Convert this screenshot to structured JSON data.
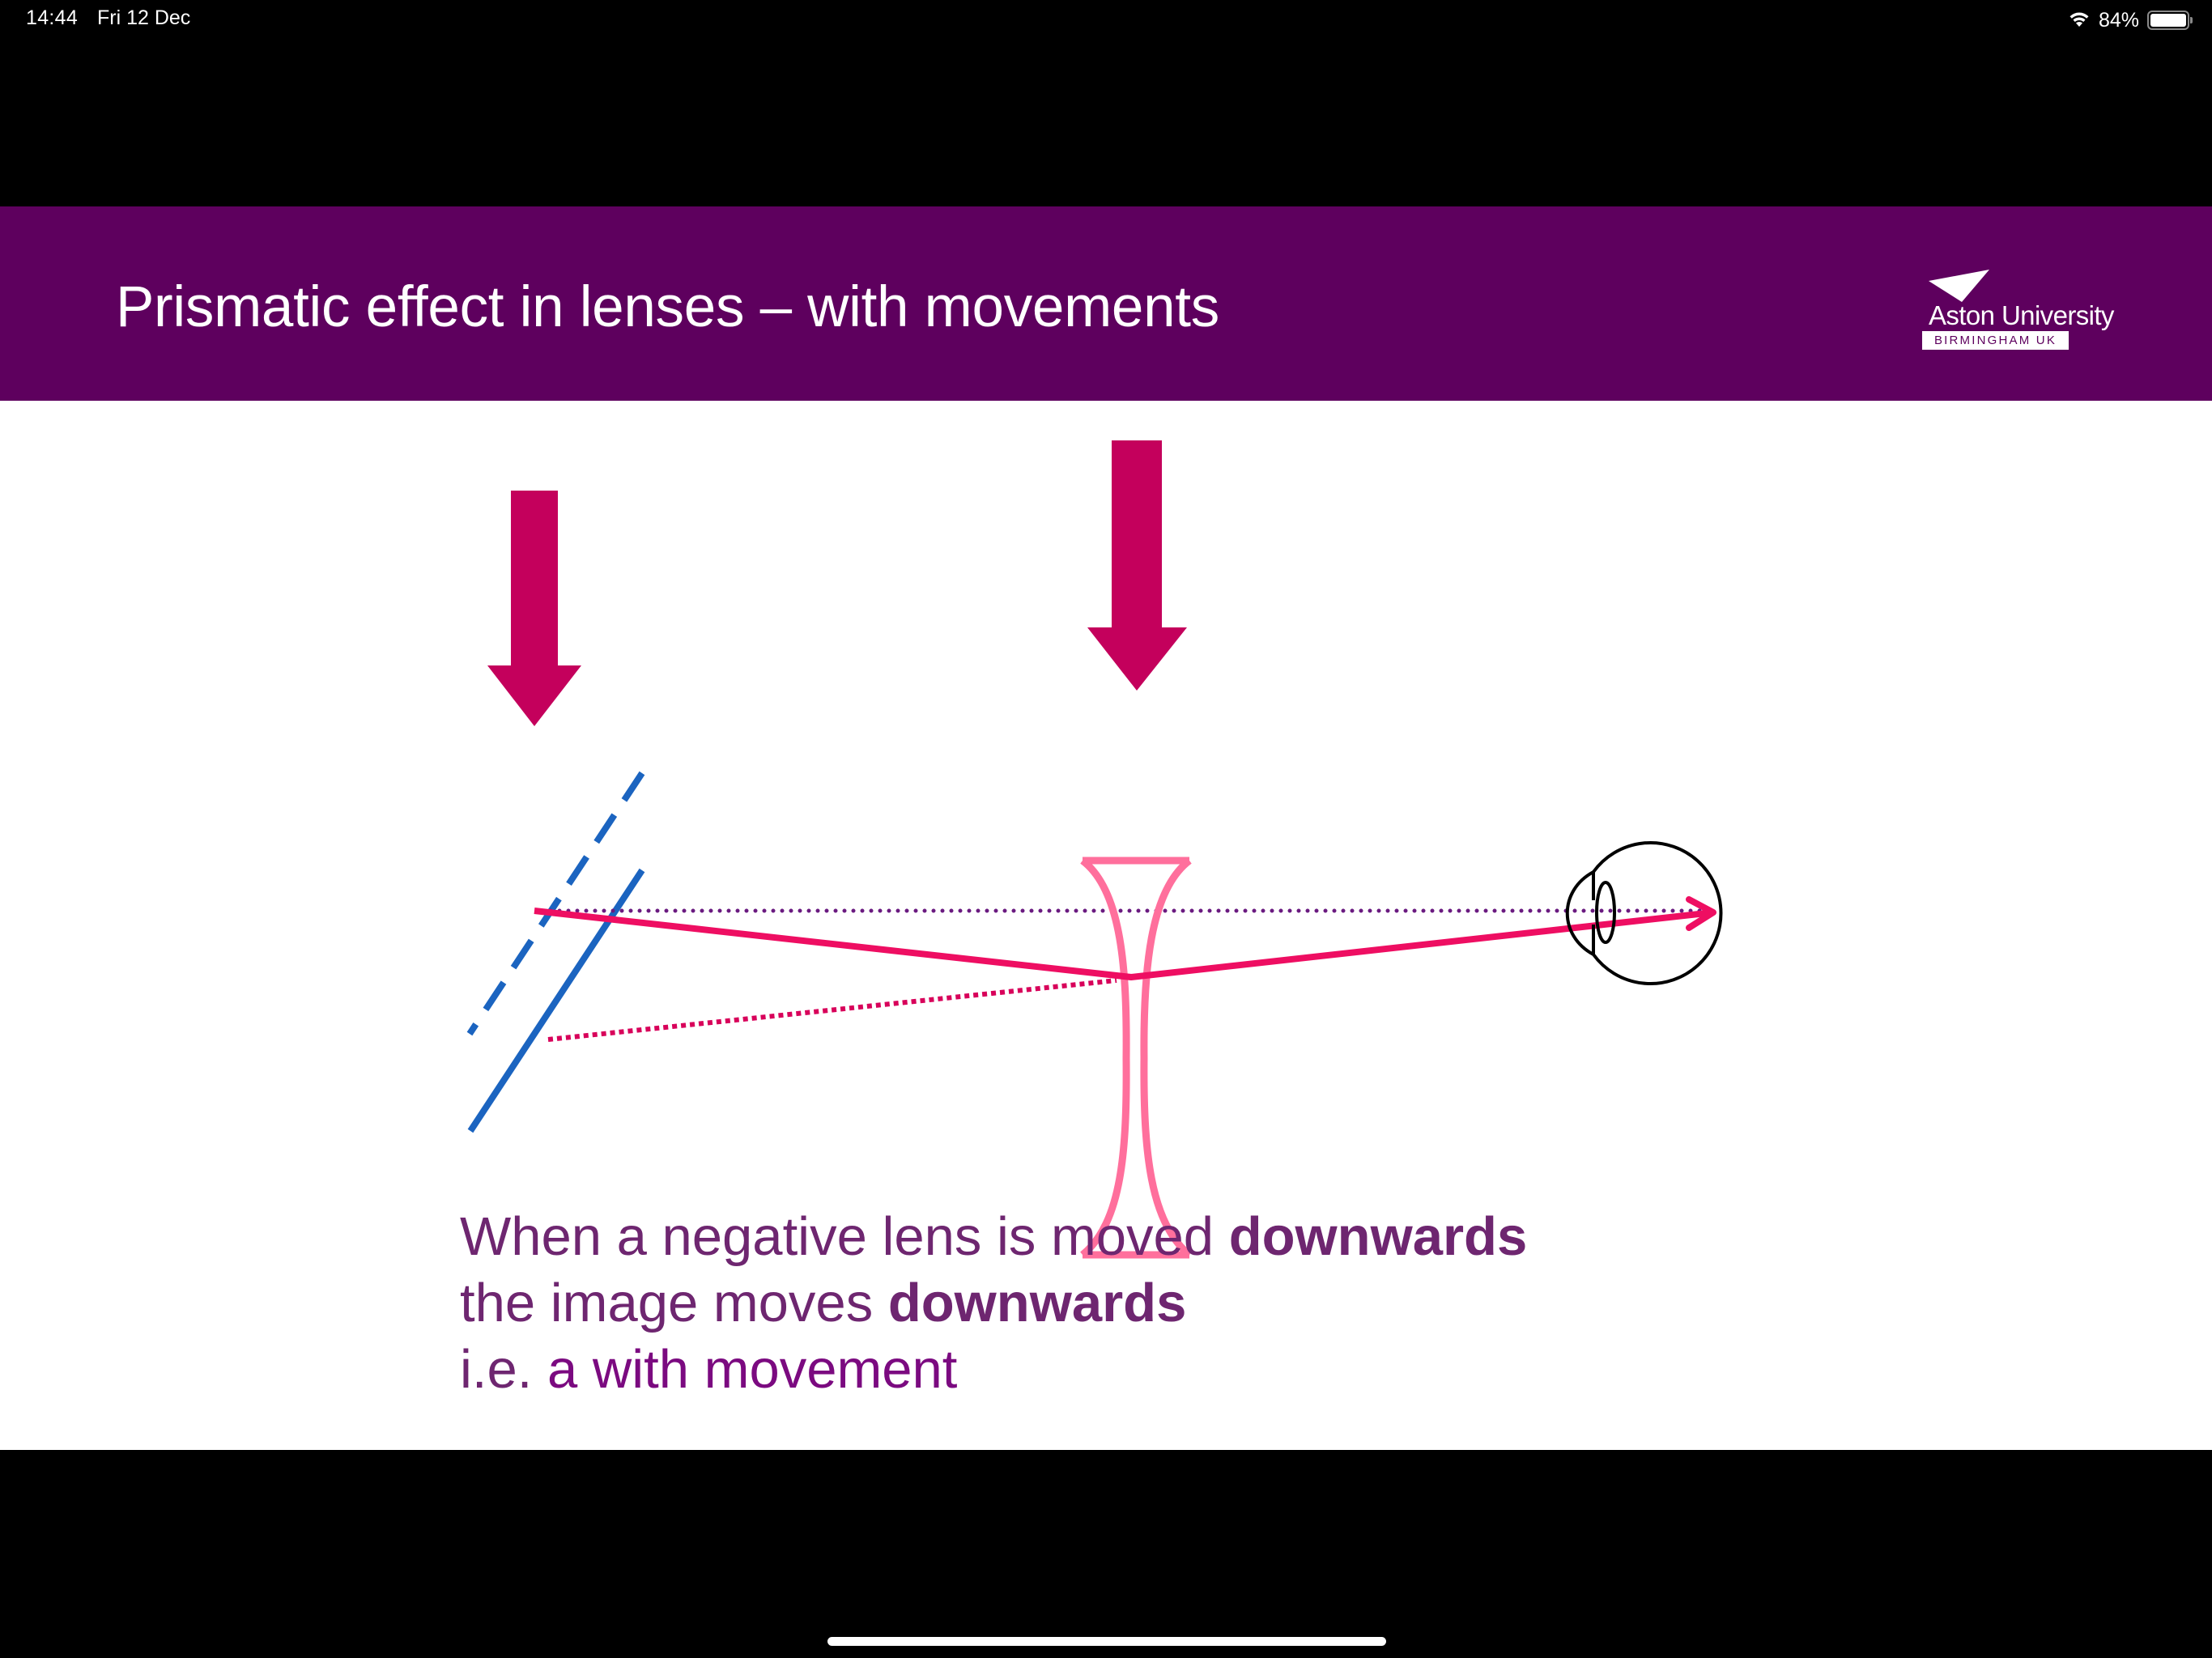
{
  "status_bar": {
    "time": "14:44",
    "date": "Fri 12 Dec",
    "wifi_icon": "wifi-icon",
    "battery_percent": "84%",
    "battery_icon": "battery-icon"
  },
  "slide": {
    "title": "Prismatic effect in lenses – with movements",
    "logo": {
      "name": "Aston University",
      "subtitle": "BIRMINGHAM UK"
    },
    "diagram": {
      "elements": [
        "movement-arrow-object",
        "movement-arrow-lens",
        "object-line",
        "image-line-dashed",
        "negative-lens",
        "eye",
        "light-ray",
        "optical-axis-dotted",
        "projected-ray-dotted"
      ],
      "colors": {
        "arrow": "#C4005C",
        "ray": "#EE0E62",
        "lens": "#FF6F9C",
        "object": "#1B64C0",
        "axis_dots": "#6A1A80",
        "eye": "#000000"
      }
    },
    "caption": {
      "line1_normal": "When a negative lens is moved ",
      "line1_bold": "downwards",
      "line2_normal": "the image moves ",
      "line2_bold": "downwards",
      "line3_prefix": "i.e. ",
      "line3_rest": "a with movement"
    },
    "colors": {
      "header_bg": "#5E005E",
      "caption_text": "#6E2670"
    }
  }
}
